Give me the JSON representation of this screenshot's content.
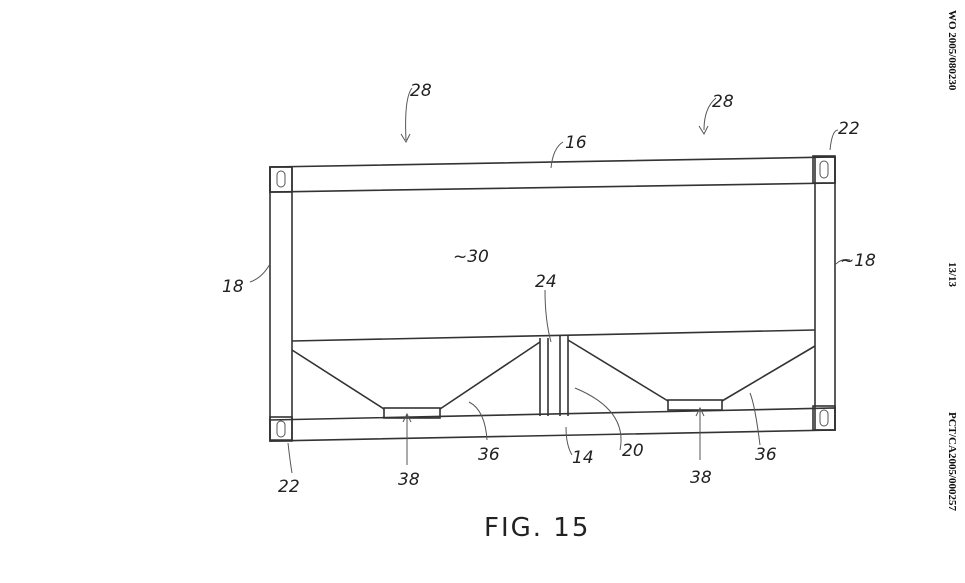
{
  "header": {
    "publication_number": "WO 2005/080230",
    "sheet": "13/13",
    "application_number": "PCT/CA2005/000257"
  },
  "figure": {
    "caption": "FIG. 15",
    "labels": {
      "l28a": "28",
      "l28b": "28",
      "l16": "16",
      "l22top": "22",
      "l18left": "18",
      "l18right": "~18",
      "l30": "~30",
      "l24": "24",
      "l22bottom": "22",
      "l38a": "38",
      "l36a": "36",
      "l14": "14",
      "l20": "20",
      "l38b": "38",
      "l36b": "36"
    }
  }
}
